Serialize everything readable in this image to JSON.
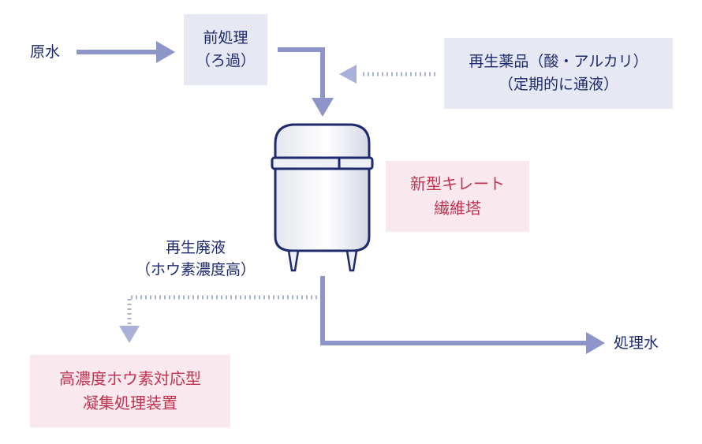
{
  "raw_water": "原水",
  "pretreatment": {
    "line1": "前処理",
    "line2": "（ろ過）"
  },
  "regen_chem": {
    "line1": "再生薬品（酸・アルカリ）",
    "line2": "（定期的に通液）"
  },
  "column": {
    "line1": "新型キレート",
    "line2": "繊維塔"
  },
  "waste": {
    "line1": "再生廃液",
    "line2": "（ホウ素濃度高）"
  },
  "treated_water": "処理水",
  "coag": {
    "line1": "高濃度ホウ素対応型",
    "line2": "凝集処理装置"
  },
  "colors": {
    "text": "#1e2a6e",
    "accent_text": "#c0324f",
    "arrow": "#8e95c8",
    "dotted": "#aab0d8",
    "box_blue": "#e6e8f4",
    "box_pink": "#f9e9ee",
    "tank_stroke": "#1e2a6e"
  },
  "icons": {
    "vessel": "ion-exchange-tower-icon"
  }
}
